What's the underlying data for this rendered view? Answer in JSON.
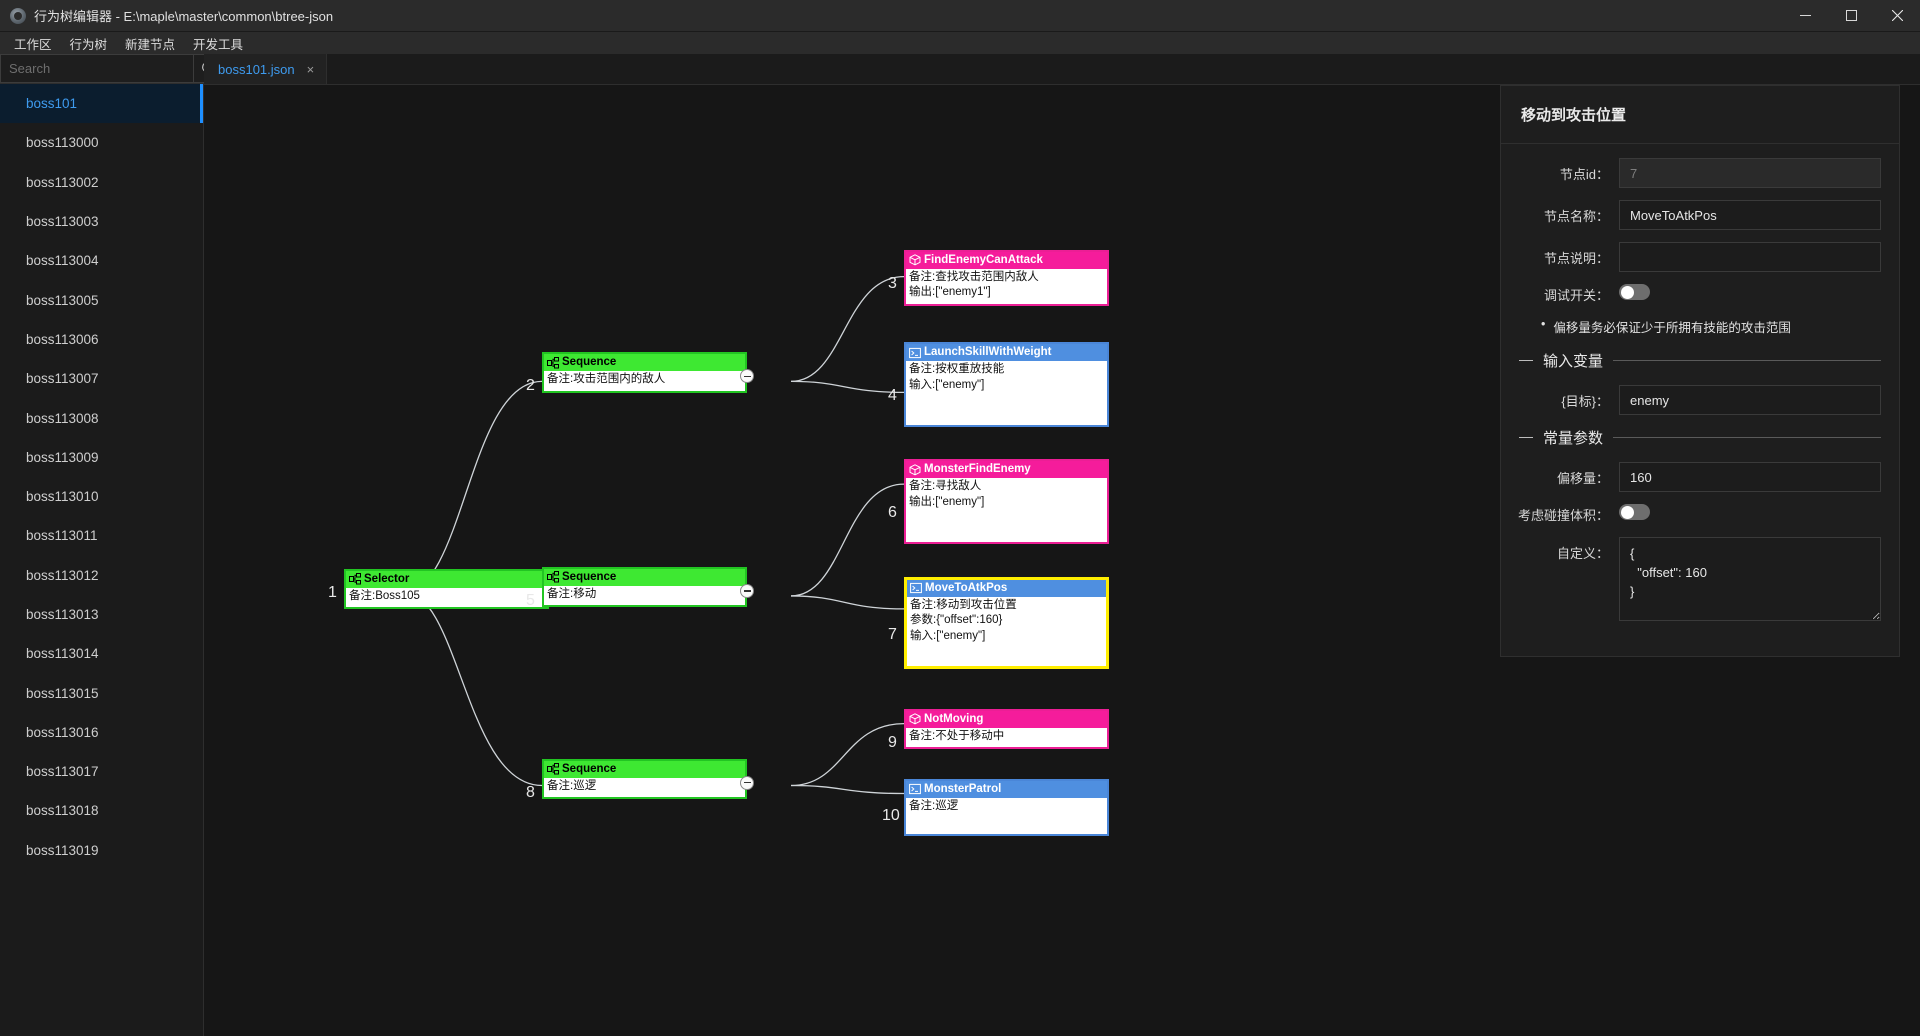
{
  "titlebar": {
    "title": "行为树编辑器 - E:\\maple\\master\\common\\btree-json",
    "app_icon": "app-icon",
    "minimize": "minimize-icon",
    "maximize": "maximize-icon",
    "close": "close-icon"
  },
  "menubar": {
    "items": [
      {
        "label": "工作区"
      },
      {
        "label": "行为树"
      },
      {
        "label": "新建节点"
      },
      {
        "label": "开发工具"
      }
    ]
  },
  "sidebar": {
    "search": {
      "placeholder": "Search",
      "value": "",
      "icon": "search-icon"
    },
    "items": [
      {
        "label": "boss101",
        "active": true
      },
      {
        "label": "boss113000",
        "active": false
      },
      {
        "label": "boss113002",
        "active": false
      },
      {
        "label": "boss113003",
        "active": false
      },
      {
        "label": "boss113004",
        "active": false
      },
      {
        "label": "boss113005",
        "active": false
      },
      {
        "label": "boss113006",
        "active": false
      },
      {
        "label": "boss113007",
        "active": false
      },
      {
        "label": "boss113008",
        "active": false
      },
      {
        "label": "boss113009",
        "active": false
      },
      {
        "label": "boss113010",
        "active": false
      },
      {
        "label": "boss113011",
        "active": false
      },
      {
        "label": "boss113012",
        "active": false
      },
      {
        "label": "boss113013",
        "active": false
      },
      {
        "label": "boss113014",
        "active": false
      },
      {
        "label": "boss113015",
        "active": false
      },
      {
        "label": "boss113016",
        "active": false
      },
      {
        "label": "boss113017",
        "active": false
      },
      {
        "label": "boss113018",
        "active": false
      },
      {
        "label": "boss113019",
        "active": false
      }
    ]
  },
  "tabs": [
    {
      "label": "boss101.json",
      "close": "×",
      "active": true
    }
  ],
  "graph": {
    "nodes": [
      {
        "num": "1",
        "title": "Selector",
        "kind": "green",
        "icon": "tree-icon",
        "lines": [
          "备注:Boss105"
        ],
        "collapsed": false,
        "selected": false
      },
      {
        "num": "2",
        "title": "Sequence",
        "kind": "green",
        "icon": "tree-icon",
        "lines": [
          "备注:攻击范围内的敌人"
        ],
        "collapsed": false,
        "selected": false
      },
      {
        "num": "3",
        "title": "FindEnemyCanAttack",
        "kind": "pink",
        "icon": "cube-icon",
        "lines": [
          "备注:查找攻击范围内敌人",
          "输出:[\"enemy1\"]"
        ],
        "selected": false
      },
      {
        "num": "4",
        "title": "LaunchSkillWithWeight",
        "kind": "blue",
        "icon": "terminal-icon",
        "lines": [
          "备注:按权重放技能",
          "输入:[\"enemy\"]"
        ],
        "selected": false
      },
      {
        "num": "5",
        "title": "Sequence",
        "kind": "green",
        "icon": "tree-icon",
        "lines": [
          "备注:移动"
        ],
        "selected": false
      },
      {
        "num": "6",
        "title": "MonsterFindEnemy",
        "kind": "pink",
        "icon": "cube-icon",
        "lines": [
          "备注:寻找敌人",
          "输出:[\"enemy\"]"
        ],
        "selected": false
      },
      {
        "num": "7",
        "title": "MoveToAtkPos",
        "kind": "blue",
        "icon": "terminal-icon",
        "lines": [
          "备注:移动到攻击位置",
          "参数:{\"offset\":160}",
          "输入:[\"enemy\"]"
        ],
        "selected": true
      },
      {
        "num": "8",
        "title": "Sequence",
        "kind": "green",
        "icon": "tree-icon",
        "lines": [
          "备注:巡逻"
        ],
        "selected": false
      },
      {
        "num": "9",
        "title": "NotMoving",
        "kind": "pink",
        "icon": "cube-icon",
        "lines": [
          "备注:不处于移动中"
        ],
        "selected": false
      },
      {
        "num": "10",
        "title": "MonsterPatrol",
        "kind": "blue",
        "icon": "terminal-icon",
        "lines": [
          "备注:巡逻"
        ],
        "selected": false
      }
    ]
  },
  "panel": {
    "title": "移动到攻击位置",
    "node_id": {
      "label": "节点id：",
      "value": "7",
      "disabled": true
    },
    "node_name": {
      "label": "节点名称：",
      "value": "MoveToAtkPos"
    },
    "node_desc": {
      "label": "节点说明：",
      "value": ""
    },
    "debug_switch": {
      "label": "调试开关：",
      "on": false
    },
    "note": "偏移量务必保证少于所拥有技能的攻击范围",
    "input_section": {
      "title": "输入变量"
    },
    "target": {
      "label": "{目标}：",
      "value": "enemy"
    },
    "const_section": {
      "title": "常量参数"
    },
    "offset": {
      "label": "偏移量：",
      "value": "160"
    },
    "collision": {
      "label": "考虑碰撞体积：",
      "on": false
    },
    "custom": {
      "label": "自定义：",
      "value": "{\n  \"offset\": 160\n}"
    }
  },
  "colors": {
    "accent_blue": "#3e9bef",
    "node_green": "#3ee832",
    "node_pink": "#f51c9b",
    "node_blue": "#4f8fe0",
    "selected_yellow": "#ffee00"
  }
}
